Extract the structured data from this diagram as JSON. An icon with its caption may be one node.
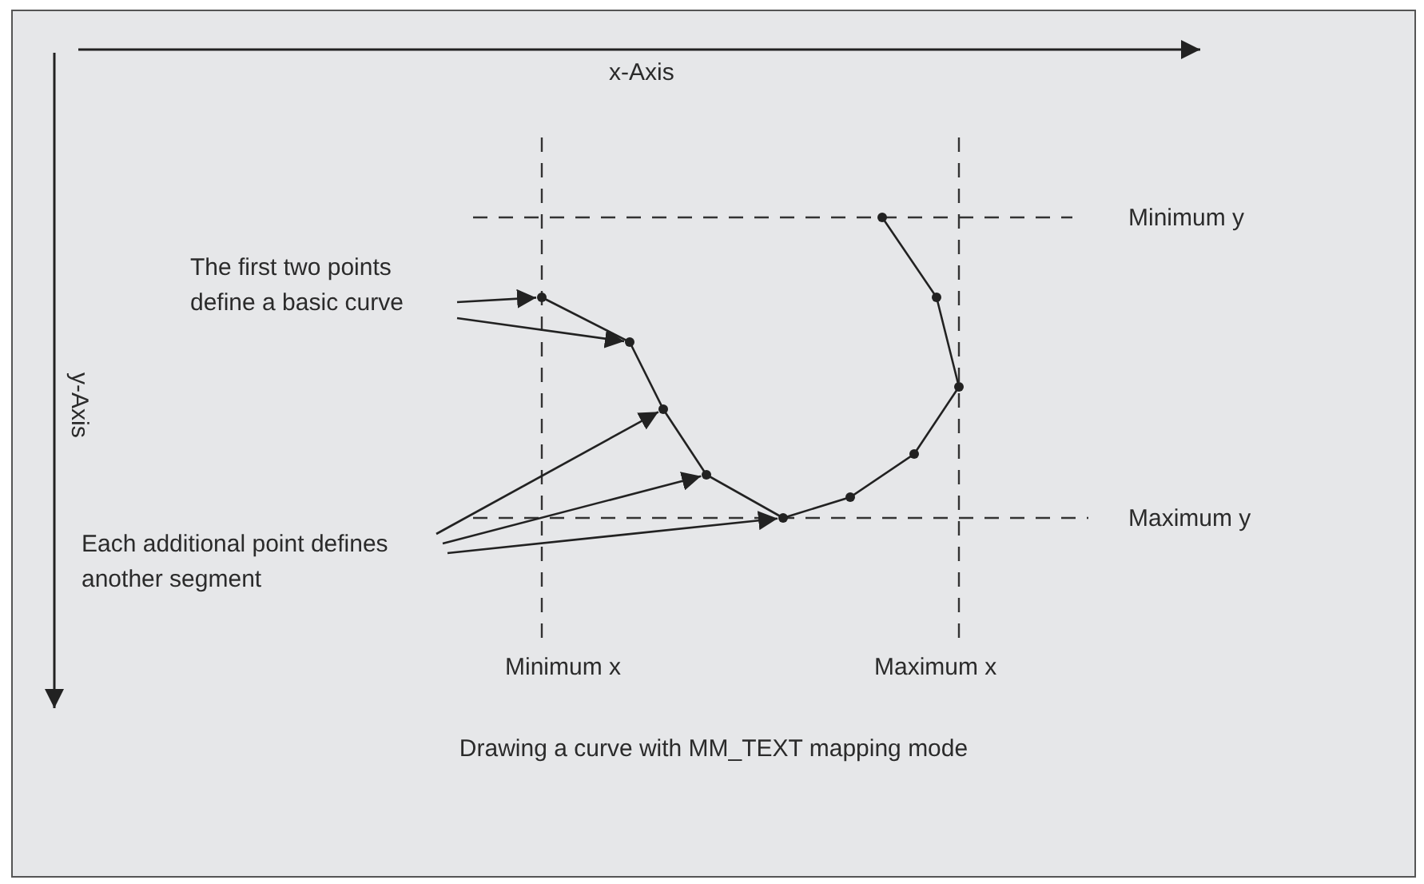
{
  "diagram": {
    "caption": "Drawing a curve with MM_TEXT mapping mode",
    "nodes": [
      {
        "text": [
          "The first two points define a basic curve"
        ]
      },
      {
        "text": [
          "Each additional point defines another segment"
        ]
      },
      {
        "text": [],
        "shape": "circle"
      },
      {
        "text": [],
        "shape": "circle"
      },
      {
        "text": [],
        "shape": "circle"
      },
      {
        "text": [],
        "shape": "circle"
      },
      {
        "text": [],
        "shape": "circle"
      }
    ],
    "edges": [
      {
        "from": 0,
        "to": 2,
        "arrow": "to"
      },
      {
        "from": 0,
        "to": 3,
        "arrow": "to"
      },
      {
        "from": 1,
        "to": 4,
        "arrow": "to"
      },
      {
        "from": 1,
        "to": 5,
        "arrow": "to"
      },
      {
        "from": 1,
        "to": 6,
        "arrow": "to"
      }
    ],
    "labels": [
      "x-Axis",
      "y-Axis",
      "Minimum y",
      "Maximum y",
      "Minimum x",
      "Maximum x"
    ]
  }
}
